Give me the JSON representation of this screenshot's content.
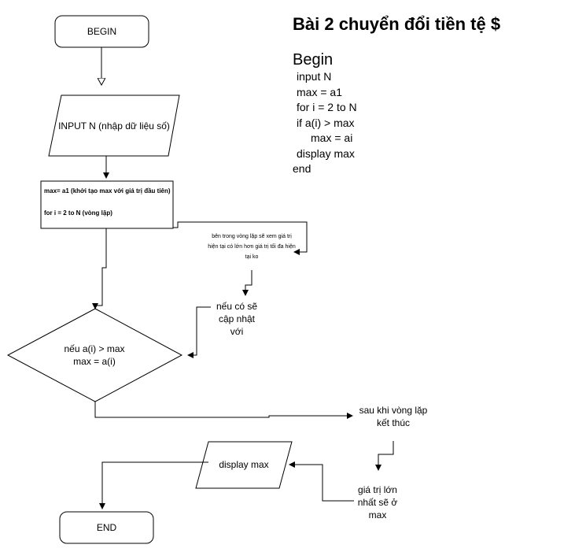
{
  "title": "Bài 2 chuyển đổi tiền tệ $",
  "pseudocode": {
    "begin": "Begin",
    "lines": [
      "input N",
      "max = a1",
      "for i = 2 to N",
      "if a(i) > max",
      "max = ai",
      "display max"
    ],
    "end": "end"
  },
  "flow": {
    "begin": "BEGIN",
    "input": "INPUT N (nhập dữ liệu số)",
    "process_line1": "max= a1 (khởi tạo max với giá trị đầu tiên)",
    "process_line2": "for i = 2 to N (vòng lặp)",
    "decision_line1": "nếu a(i) > max",
    "decision_line2": "max = a(i)",
    "display": "display max",
    "end": "END"
  },
  "notes": {
    "loop_note": [
      "bên trong vòng lặp sẽ xem giá trị",
      "hiện tại có lớn hơn giá trị tối đa hiện",
      "tại ko"
    ],
    "update_note": [
      "nếu có sẽ",
      "cập nhật",
      "với"
    ],
    "after_loop": [
      "sau khi vòng lặp",
      "kết thúc"
    ],
    "max_note": [
      "giá trị lớn",
      "nhất sẽ ở",
      "max"
    ]
  }
}
